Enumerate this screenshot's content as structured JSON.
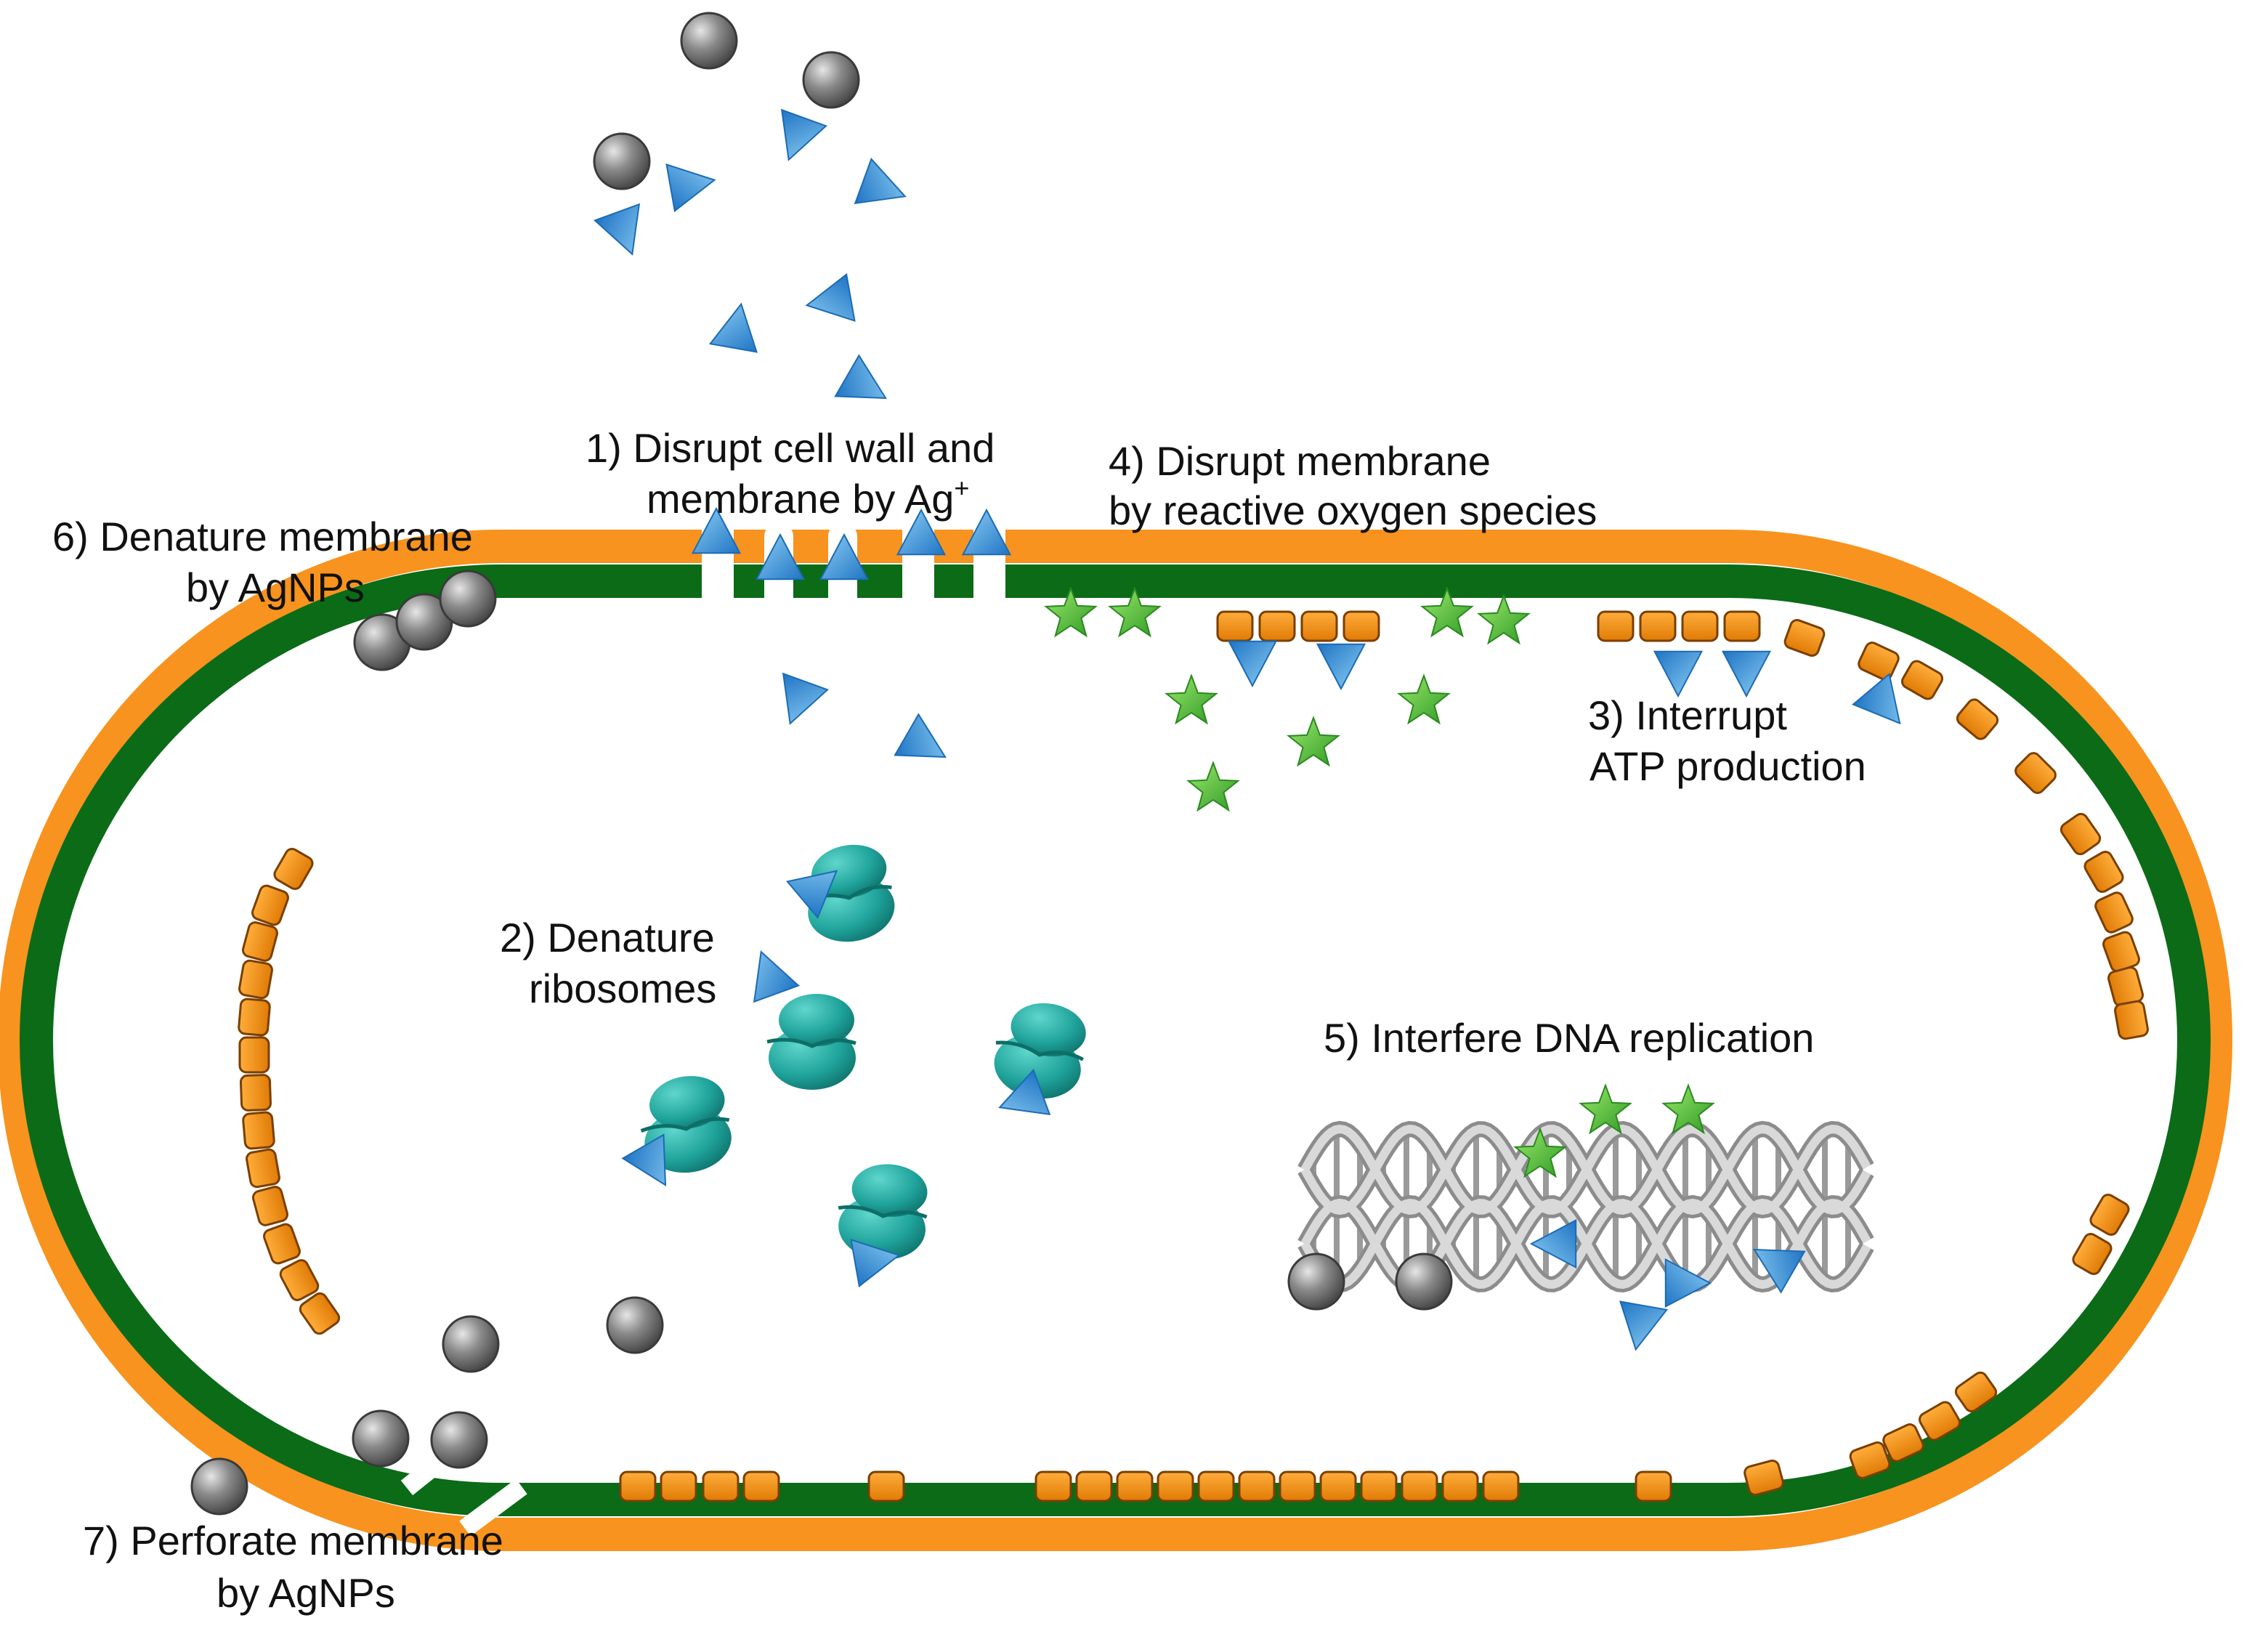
{
  "labels": {
    "l1_line1": "1)   Disrupt cell wall and",
    "l1_line2": "membrane by Ag",
    "l1_sup": "+",
    "l2_line1": "2) Denature",
    "l2_line2": "ribosomes",
    "l3_line1": "3) Interrupt",
    "l3_line2": "ATP production",
    "l4_line1": "4) Disrupt membrane",
    "l4_line2": "by reactive oxygen species",
    "l5_line1": "5) Interfere DNA replication",
    "l6_line1": "6) Denature membrane",
    "l6_line2": "by AgNPs",
    "l7_line1": "7) Perforate membrane",
    "l7_line2": "by AgNPs"
  },
  "colors": {
    "cell_wall": "#f7931e",
    "membrane": "#0b6b17",
    "ag_ion": "#3b9ddd",
    "agnp": "#6e6e6e",
    "ros": "#5cc83a",
    "ribosome": "#1fa39b",
    "atp_complex": "#f28c0f",
    "dna": "#bdbdbd"
  },
  "icons": {
    "ag_ion": "blue-triangle-icon",
    "agnp": "grey-sphere-icon",
    "ros": "green-star-icon",
    "ribosome": "ribosome-icon",
    "atp_complex": "orange-block-icon",
    "dna": "dna-helix-icon"
  }
}
